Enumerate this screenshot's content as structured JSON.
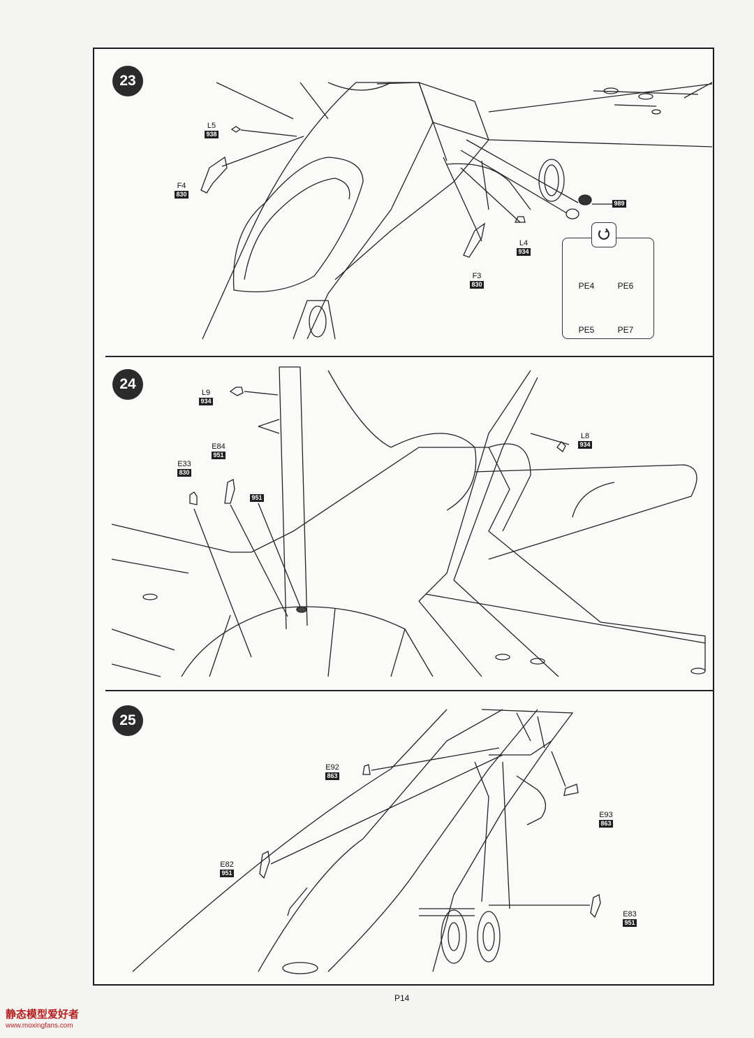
{
  "page": {
    "number_label": "P14"
  },
  "watermark": {
    "title": "静态模型爱好者",
    "url": "www.moxingfans.com"
  },
  "steps": [
    {
      "number": "23",
      "parts": [
        {
          "part": "L5",
          "code": "938"
        },
        {
          "part": "F4",
          "code": "830"
        },
        {
          "part": "F3",
          "code": "830"
        },
        {
          "part": "L4",
          "code": "934"
        },
        {
          "part": "",
          "code": "989"
        }
      ],
      "callout": {
        "icon": "rotate-icon",
        "items": [
          "PE4",
          "PE6",
          "PE5",
          "PE7"
        ]
      }
    },
    {
      "number": "24",
      "parts": [
        {
          "part": "L9",
          "code": "934"
        },
        {
          "part": "E84",
          "code": "951"
        },
        {
          "part": "E33",
          "code": "830"
        },
        {
          "part": "",
          "code": "951"
        },
        {
          "part": "L8",
          "code": "934"
        }
      ]
    },
    {
      "number": "25",
      "parts": [
        {
          "part": "E92",
          "code": "863"
        },
        {
          "part": "E93",
          "code": "863"
        },
        {
          "part": "E82",
          "code": "951"
        },
        {
          "part": "E83",
          "code": "951"
        }
      ]
    }
  ]
}
